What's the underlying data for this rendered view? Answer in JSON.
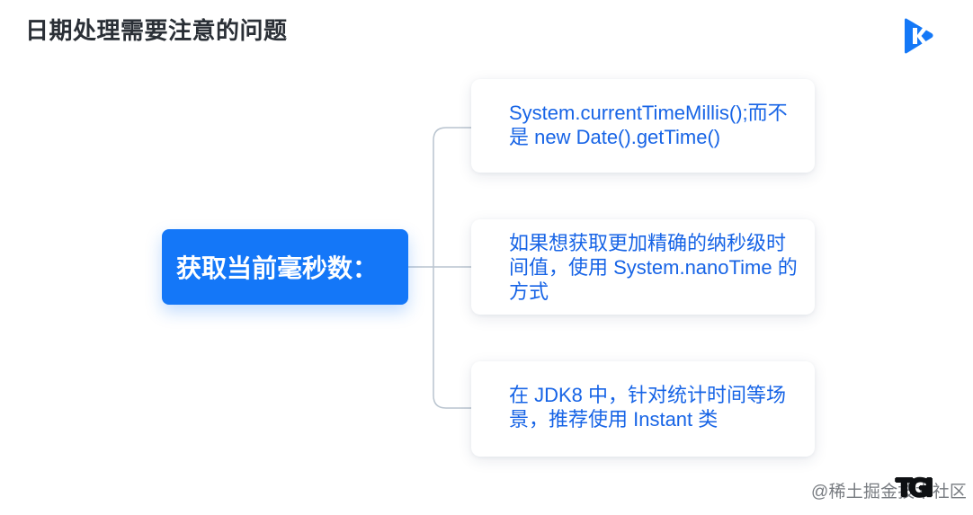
{
  "header": {
    "title": "日期处理需要注意的问题"
  },
  "brand": {
    "logo_icon": "k-logo-icon",
    "accent_color": "#1477f8"
  },
  "diagram": {
    "central_node": {
      "label": "获取当前毫秒数："
    },
    "cards": [
      {
        "text": "System.currentTimeMillis();而不是 new Date().getTime()"
      },
      {
        "text": "如果想获取更加精确的纳秒级时间值，使用 System.nanoTime 的方式"
      },
      {
        "text": "在 JDK8 中，针对统计时间等场景，推荐使用 Instant 类"
      }
    ]
  },
  "footer": {
    "watermark": "@稀土掘金技术社区",
    "watermark_logo_text": "TGI",
    "watermark_icon": "tgi-watermark-icon"
  }
}
